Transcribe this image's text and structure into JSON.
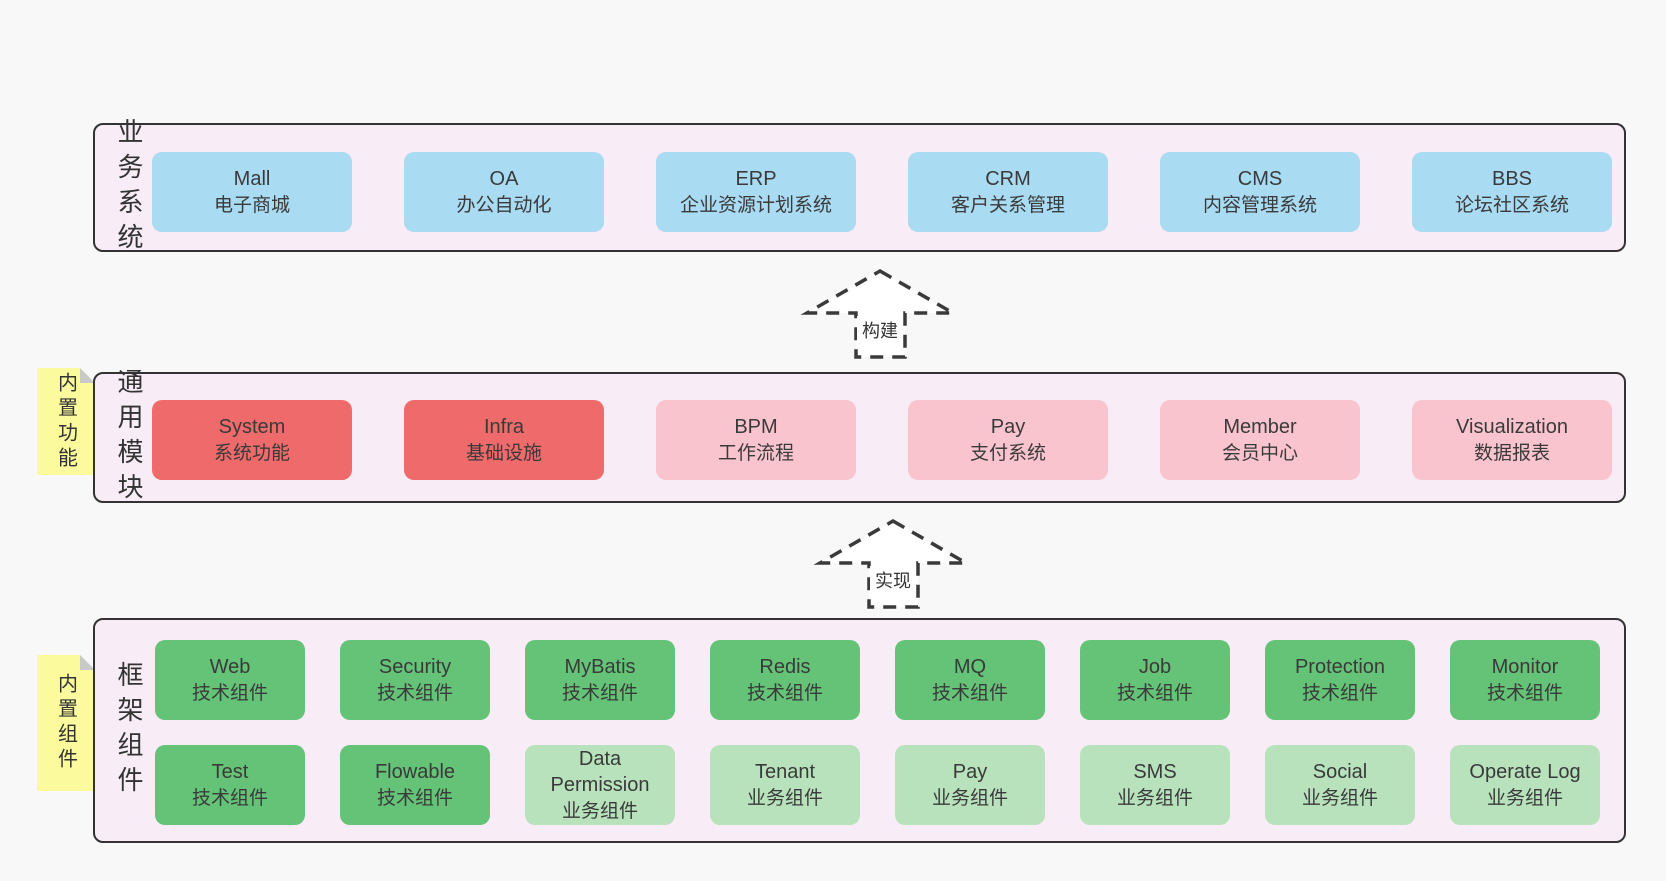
{
  "colors": {
    "pageBg": "#f8f8f8",
    "panel": "#f8edf6",
    "panelBorder": "#333333",
    "blue": "#a9dbf3",
    "red": "#ef6a6a",
    "pink": "#fac4ce",
    "green": "#64c377",
    "lightgreen": "#b7e2bc",
    "tabYellow": "#fbfb9e",
    "tabFold": "#c9c9c9",
    "text": "#3a3a3a",
    "arrow": "#3a3a3a"
  },
  "layers": {
    "business": {
      "label": "业务系统",
      "boxes": [
        {
          "name": "Mall",
          "subtitle": "电子商城"
        },
        {
          "name": "OA",
          "subtitle": "办公自动化"
        },
        {
          "name": "ERP",
          "subtitle": "企业资源计划系统"
        },
        {
          "name": "CRM",
          "subtitle": "客户关系管理"
        },
        {
          "name": "CMS",
          "subtitle": "内容管理系统"
        },
        {
          "name": "BBS",
          "subtitle": "论坛社区系统"
        }
      ]
    },
    "modules": {
      "label": "通用模块",
      "tag": "内置功能",
      "boxes": [
        {
          "name": "System",
          "subtitle": "系统功能"
        },
        {
          "name": "Infra",
          "subtitle": "基础设施"
        },
        {
          "name": "BPM",
          "subtitle": "工作流程"
        },
        {
          "name": "Pay",
          "subtitle": "支付系统"
        },
        {
          "name": "Member",
          "subtitle": "会员中心"
        },
        {
          "name": "Visualization",
          "subtitle": "数据报表"
        }
      ]
    },
    "framework": {
      "label": "框架组件",
      "tag": "内置组件",
      "rows": [
        [
          {
            "name": "Web",
            "subtitle": "技术组件"
          },
          {
            "name": "Security",
            "subtitle": "技术组件"
          },
          {
            "name": "MyBatis",
            "subtitle": "技术组件"
          },
          {
            "name": "Redis",
            "subtitle": "技术组件"
          },
          {
            "name": "MQ",
            "subtitle": "技术组件"
          },
          {
            "name": "Job",
            "subtitle": "技术组件"
          },
          {
            "name": "Protection",
            "subtitle": "技术组件"
          },
          {
            "name": "Monitor",
            "subtitle": "技术组件"
          }
        ],
        [
          {
            "name": "Test",
            "subtitle": "技术组件"
          },
          {
            "name": "Flowable",
            "subtitle": "技术组件"
          },
          {
            "name": "Data Permission",
            "subtitle": "业务组件"
          },
          {
            "name": "Tenant",
            "subtitle": "业务组件"
          },
          {
            "name": "Pay",
            "subtitle": "业务组件"
          },
          {
            "name": "SMS",
            "subtitle": "业务组件"
          },
          {
            "name": "Social",
            "subtitle": "业务组件"
          },
          {
            "name": "Operate Log",
            "subtitle": "业务组件"
          }
        ]
      ]
    }
  },
  "arrows": [
    {
      "label": "构建"
    },
    {
      "label": "实现"
    }
  ]
}
